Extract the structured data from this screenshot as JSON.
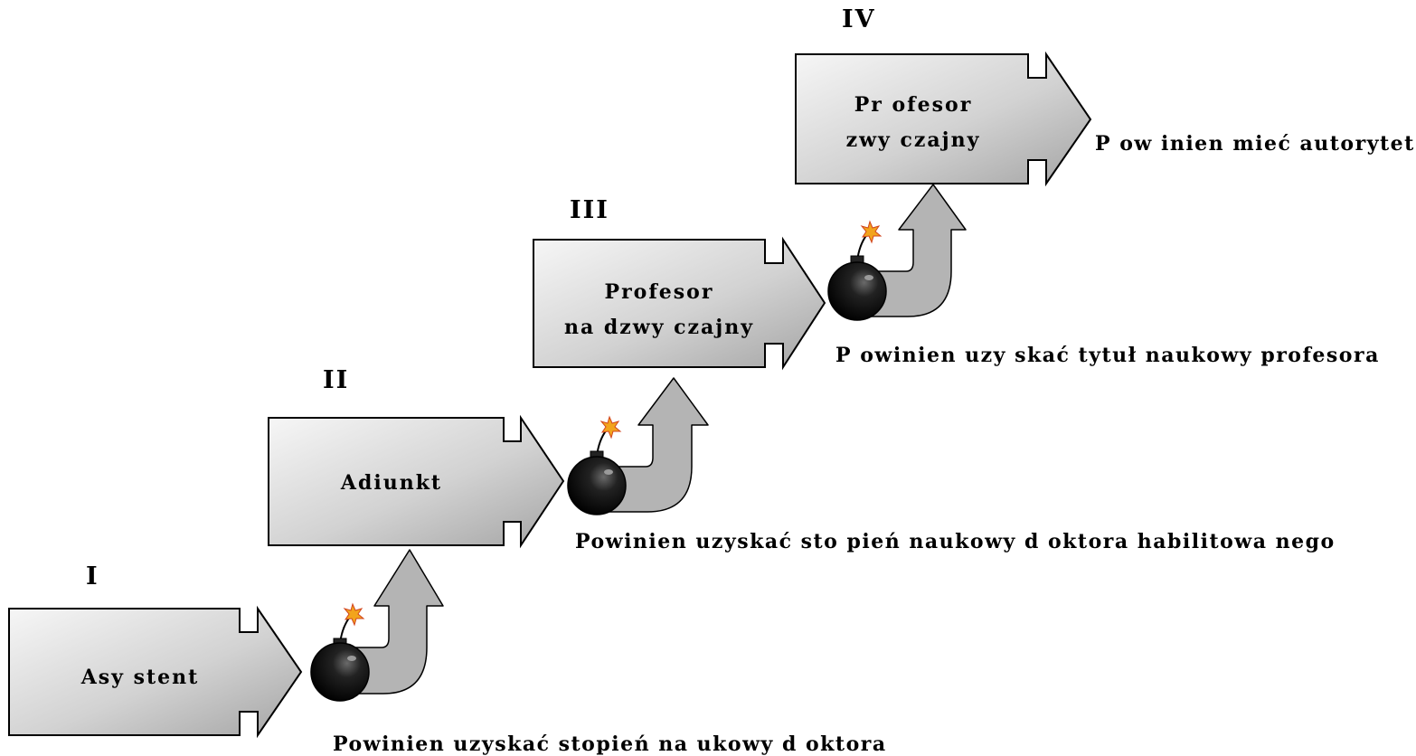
{
  "stages": [
    {
      "numeral": "I",
      "title_lines": [
        "Asy stent"
      ]
    },
    {
      "numeral": "II",
      "title_lines": [
        "Adiunkt"
      ]
    },
    {
      "numeral": "III",
      "title_lines": [
        "Profesor",
        "na dzwy czajny"
      ]
    },
    {
      "numeral": "IV",
      "title_lines": [
        "Pr ofesor",
        "zwy czajny"
      ]
    }
  ],
  "requirements": [
    "Powinien uzyskać stopień na ukowy d oktora",
    "Powinien uzyskać sto pień naukowy d oktora habilitowa nego",
    "P owinien uzy skać tytuł naukowy profesora",
    "P ow inien mieć autorytet"
  ],
  "colors": {
    "box_light": "#f4f4f4",
    "box_dark": "#a8a8a8",
    "curve_arrow": "#b4b4b4",
    "bomb": "#111111",
    "spark": "#f2a41c"
  },
  "icons": [
    "block-arrow",
    "bomb-icon",
    "curved-up-arrow"
  ]
}
